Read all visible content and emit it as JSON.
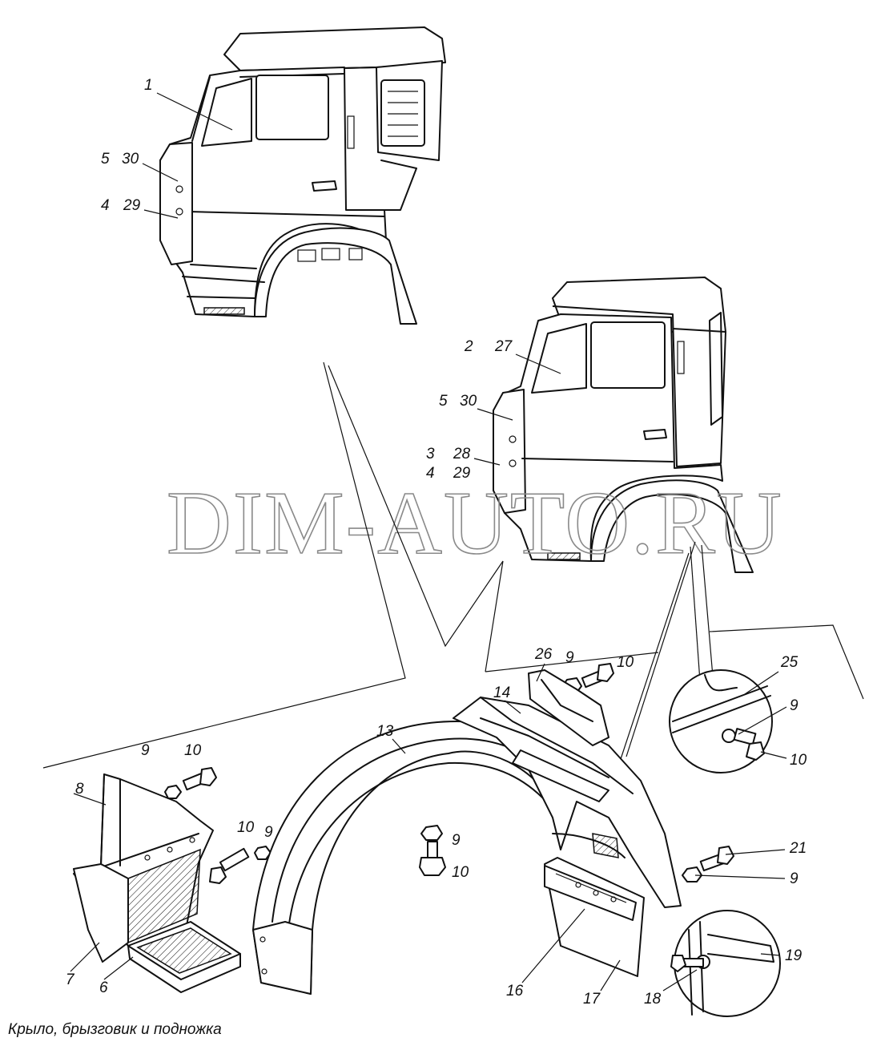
{
  "caption": "Крыло, брызговик и подножка",
  "watermark": "DIM-AUTO.RU",
  "callouts": {
    "c1": "1",
    "c2": "2",
    "c3": "3",
    "c4a": "4",
    "c4b": "4",
    "c5a": "5",
    "c5b": "5",
    "c6": "6",
    "c7": "7",
    "c8": "8",
    "c9a": "9",
    "c9b": "9",
    "c9c": "9",
    "c9d": "9",
    "c9e": "9",
    "c9f": "9",
    "c10a": "10",
    "c10b": "10",
    "c10c": "10",
    "c10d": "10",
    "c10e": "10",
    "c13": "13",
    "c14": "14",
    "c16": "16",
    "c17": "17",
    "c18": "18",
    "c19": "19",
    "c21": "21",
    "c25": "25",
    "c26": "26",
    "c27": "27",
    "c28": "28",
    "c29a": "29",
    "c29b": "29",
    "c30a": "30",
    "c30b": "30"
  }
}
